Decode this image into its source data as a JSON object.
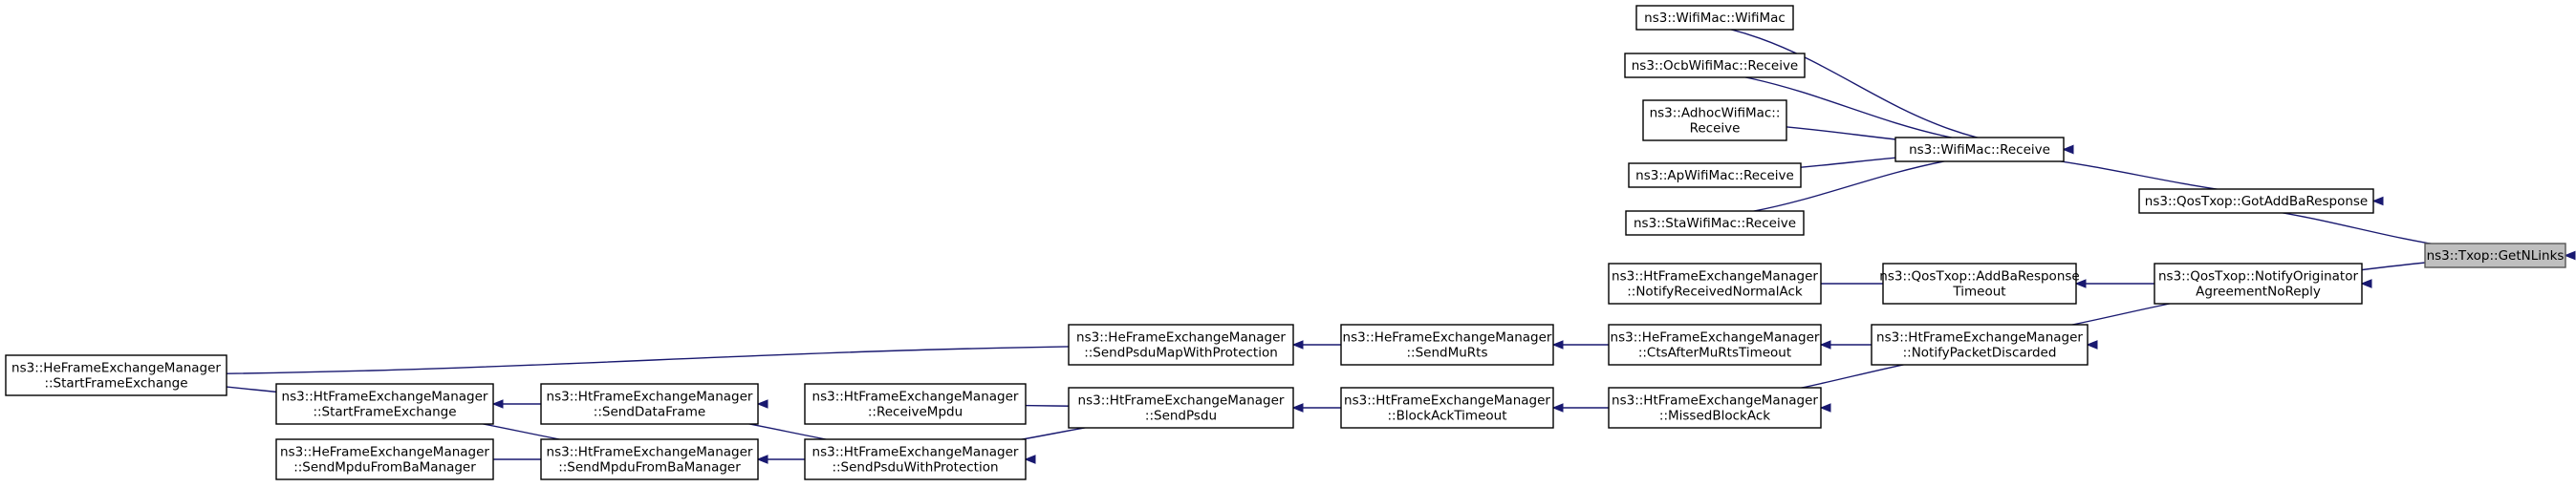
{
  "graph": {
    "title": "",
    "colors": {
      "edge": "#191970",
      "root_fill": "#bfbfbf",
      "node_fill": "#ffffff"
    },
    "nodes": [
      {
        "id": "getnlinks",
        "lines": [
          "ns3::Txop::GetNLinks"
        ],
        "root": true
      },
      {
        "id": "gotaddba",
        "lines": [
          "ns3::QosTxop::GotAddBaResponse"
        ]
      },
      {
        "id": "notifyorig",
        "lines": [
          "ns3::QosTxop::NotifyOriginator",
          "AgreementNoReply"
        ]
      },
      {
        "id": "wifimac_receive",
        "lines": [
          "ns3::WifiMac::Receive"
        ]
      },
      {
        "id": "wifimac_ctor",
        "lines": [
          "ns3::WifiMac::WifiMac"
        ]
      },
      {
        "id": "ocb_receive",
        "lines": [
          "ns3::OcbWifiMac::Receive"
        ]
      },
      {
        "id": "adhoc_receive",
        "lines": [
          "ns3::AdhocWifiMac::",
          "Receive"
        ]
      },
      {
        "id": "ap_receive",
        "lines": [
          "ns3::ApWifiMac::Receive"
        ]
      },
      {
        "id": "sta_receive",
        "lines": [
          "ns3::StaWifiMac::Receive"
        ]
      },
      {
        "id": "addba_timeout",
        "lines": [
          "ns3::QosTxop::AddBaResponse",
          "Timeout"
        ]
      },
      {
        "id": "notify_normal_ack",
        "lines": [
          "ns3::HtFrameExchangeManager",
          "::NotifyReceivedNormalAck"
        ]
      },
      {
        "id": "notify_pkt_discarded",
        "lines": [
          "ns3::HtFrameExchangeManager",
          "::NotifyPacketDiscarded"
        ]
      },
      {
        "id": "cts_after_murts",
        "lines": [
          "ns3::HeFrameExchangeManager",
          "::CtsAfterMuRtsTimeout"
        ]
      },
      {
        "id": "missed_block_ack",
        "lines": [
          "ns3::HtFrameExchangeManager",
          "::MissedBlockAck"
        ]
      },
      {
        "id": "send_murts",
        "lines": [
          "ns3::HeFrameExchangeManager",
          "::SendMuRts"
        ]
      },
      {
        "id": "block_ack_timeout",
        "lines": [
          "ns3::HtFrameExchangeManager",
          "::BlockAckTimeout"
        ]
      },
      {
        "id": "send_psdu_map",
        "lines": [
          "ns3::HeFrameExchangeManager",
          "::SendPsduMapWithProtection"
        ]
      },
      {
        "id": "send_psdu",
        "lines": [
          "ns3::HtFrameExchangeManager",
          "::SendPsdu"
        ]
      },
      {
        "id": "receive_mpdu",
        "lines": [
          "ns3::HtFrameExchangeManager",
          "::ReceiveMpdu"
        ]
      },
      {
        "id": "send_psdu_prot",
        "lines": [
          "ns3::HtFrameExchangeManager",
          "::SendPsduWithProtection"
        ]
      },
      {
        "id": "send_data_frame",
        "lines": [
          "ns3::HtFrameExchangeManager",
          "::SendDataFrame"
        ]
      },
      {
        "id": "ht_send_mpdu_ba",
        "lines": [
          "ns3::HtFrameExchangeManager",
          "::SendMpduFromBaManager"
        ]
      },
      {
        "id": "ht_start_fe",
        "lines": [
          "ns3::HtFrameExchangeManager",
          "::StartFrameExchange"
        ]
      },
      {
        "id": "he_send_mpdu_ba",
        "lines": [
          "ns3::HeFrameExchangeManager",
          "::SendMpduFromBaManager"
        ]
      },
      {
        "id": "he_start_fe",
        "lines": [
          "ns3::HeFrameExchangeManager",
          "::StartFrameExchange"
        ]
      }
    ],
    "edges": [
      {
        "from": "gotaddba",
        "to": "getnlinks"
      },
      {
        "from": "notifyorig",
        "to": "getnlinks"
      },
      {
        "from": "wifimac_receive",
        "to": "gotaddba"
      },
      {
        "from": "wifimac_ctor",
        "to": "wifimac_receive"
      },
      {
        "from": "ocb_receive",
        "to": "wifimac_receive"
      },
      {
        "from": "adhoc_receive",
        "to": "wifimac_receive"
      },
      {
        "from": "ap_receive",
        "to": "wifimac_receive"
      },
      {
        "from": "sta_receive",
        "to": "wifimac_receive"
      },
      {
        "from": "addba_timeout",
        "to": "notifyorig"
      },
      {
        "from": "notify_pkt_discarded",
        "to": "notifyorig"
      },
      {
        "from": "notify_normal_ack",
        "to": "addba_timeout"
      },
      {
        "from": "cts_after_murts",
        "to": "notify_pkt_discarded"
      },
      {
        "from": "missed_block_ack",
        "to": "notify_pkt_discarded"
      },
      {
        "from": "send_murts",
        "to": "cts_after_murts"
      },
      {
        "from": "block_ack_timeout",
        "to": "missed_block_ack"
      },
      {
        "from": "send_psdu_map",
        "to": "send_murts"
      },
      {
        "from": "send_psdu",
        "to": "block_ack_timeout"
      },
      {
        "from": "receive_mpdu",
        "to": "send_psdu"
      },
      {
        "from": "send_psdu_prot",
        "to": "send_psdu"
      },
      {
        "from": "send_data_frame",
        "to": "send_psdu_prot"
      },
      {
        "from": "ht_send_mpdu_ba",
        "to": "send_psdu_prot"
      },
      {
        "from": "ht_start_fe",
        "to": "send_data_frame"
      },
      {
        "from": "ht_start_fe",
        "to": "ht_send_mpdu_ba"
      },
      {
        "from": "he_send_mpdu_ba",
        "to": "ht_send_mpdu_ba"
      },
      {
        "from": "he_start_fe",
        "to": "send_psdu_map"
      },
      {
        "from": "he_start_fe",
        "to": "ht_start_fe"
      }
    ]
  }
}
